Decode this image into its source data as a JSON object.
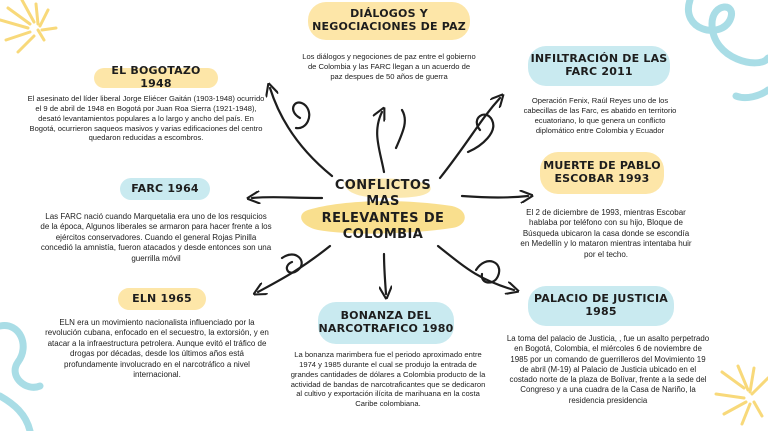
{
  "colors": {
    "yellow": "#fde6a8",
    "blue": "#c9eaf0",
    "brush_yellow": "#f8d97a",
    "brush_blue": "#a9dde6",
    "ink": "#1d1d1d"
  },
  "center": {
    "lines": [
      "CONFLICTOS",
      "MAS",
      "RELEVANTES DE",
      "COLOMBIA"
    ]
  },
  "nodes": {
    "dialogos": {
      "title_lines": [
        "DIÁLOGOS Y",
        "NEGOCIACIONES DE PAZ"
      ],
      "body": "Los diálogos y negociones de paz entre el gobierno de Colombia y las FARC llegan a un acuerdo de paz despues de 50 años de guerra"
    },
    "bogotazo": {
      "title_lines": [
        "EL BOGOTAZO 1948"
      ],
      "body": "El asesinato del líder liberal Jorge Eliécer Gaitán (1903-1948) ocurrido el 9 de abril de 1948 en Bogotá por Juan Roa Sierra (1921-1948), desató levantamientos populares a lo largo y ancho del país. En Bogotá, ocurrieron saqueos masivos y varias edificaciones del centro quedaron reducidas a escombros."
    },
    "infiltracion": {
      "title_lines": [
        "INFILTRACIÓN DE LAS",
        "FARC 2011"
      ],
      "body": "Operación Fenix, Raúl Reyes uno de los cabecillas de las Farc, es abatido en territorio ecuatoriano, lo que genera  un conflicto diplomático entre Colombia y Ecuador"
    },
    "farc": {
      "title_lines": [
        "FARC 1964"
      ],
      "body": "Las FARC nació cuando Marquetalia era uno de los resquicios de la época, Algunos liberales se armaron para hacer frente a los ejércitos conservadores. Cuando el general Rojas Pinilla concedió la amnistía, fueron atacados y desde entonces son una guerrilla móvil"
    },
    "escobar": {
      "title_lines": [
        "MUERTE DE PABLO",
        "ESCOBAR 1993"
      ],
      "body": "El 2 de diciembre de 1993, mientras Escobar hablaba por teléfono con su hijo, Bloque de Búsqueda ubicaron la casa donde se escondía en Medellín y lo mataron mientras intentaba huir por el techo."
    },
    "eln": {
      "title_lines": [
        "ELN 1965"
      ],
      "body": "ELN era un movimiento nacionalista influenciado por la revolución cubana, enfocado en el secuestro, la extorsión, y en atacar a la infraestructura petrolera. Aunque evitó el tráfico de drogas por décadas, desde los últimos años está profundamente involucrado en el narcotráfico a nivel internacional."
    },
    "bonanza": {
      "title_lines": [
        "BONANZA DEL",
        "NARCOTRAFICO 1980"
      ],
      "body": "La bonanza marimbera fue el periodo aproximado entre 1974 y 1985 durante el cual se produjo la entrada de grandes cantidades de dólares a Colombia producto de la actividad de bandas de narcotraficantes que se dedicaron al cultivo y exportación ilícita de marihuana en la costa Caribe colombiana."
    },
    "palacio": {
      "title_lines": [
        "PALACIO DE JUSTICIA",
        "1985"
      ],
      "body": "La toma del palacio de Justicia, , fue un asalto perpetrado en Bogotá, Colombia, el miércoles 6 de noviembre de 1985 por un comando de guerrilleros del Movimiento 19 de abril (M-19) al Palacio de Justicia ubicado en el costado norte de la plaza de Bolívar, frente a la sede del Congreso y a una cuadra de la Casa de Nariño, la residencia presidencia"
    }
  }
}
